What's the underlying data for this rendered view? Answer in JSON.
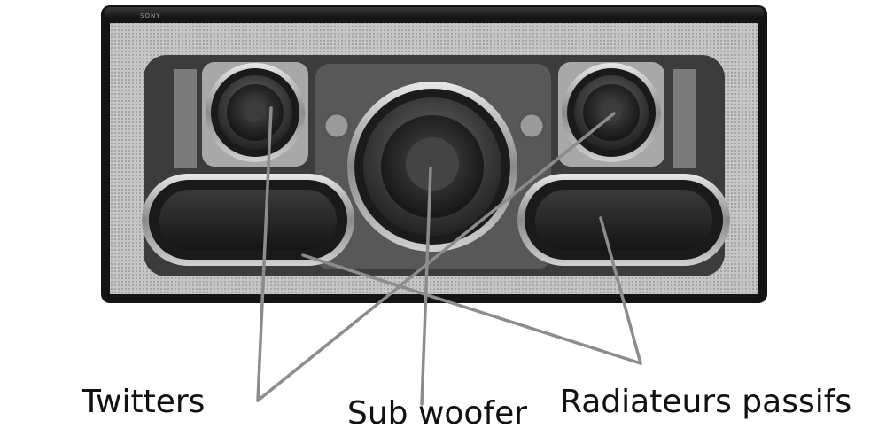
{
  "labels": {
    "twitters": "Twitters",
    "sub_woofer": "Sub woofer",
    "passive_radiators": "Radiateurs passifs"
  },
  "brand_mark": "SONY",
  "colors": {
    "leader_line": "#8c8c8c",
    "label_text": "#111111",
    "speaker_frame": "#1a1a1a",
    "grille": "#c9c9c9"
  },
  "icons": {
    "twitter_left": "tweeter-driver-icon",
    "twitter_right": "tweeter-driver-icon",
    "subwoofer": "subwoofer-driver-icon",
    "radiator_left": "passive-radiator-icon",
    "radiator_right": "passive-radiator-icon"
  }
}
